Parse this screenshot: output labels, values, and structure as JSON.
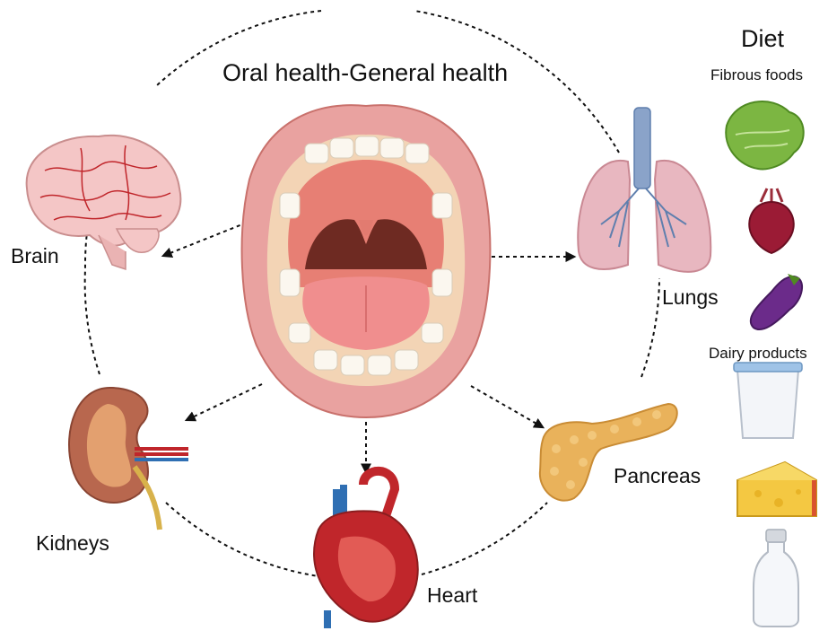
{
  "title": "Oral health-General health",
  "organs": {
    "brain": "Brain",
    "lungs": "Lungs",
    "kidneys": "Kidneys",
    "pancreas": "Pancreas",
    "heart": "Heart"
  },
  "diet": {
    "title": "Diet",
    "fibrous_label": "Fibrous foods",
    "dairy_label": "Dairy products",
    "fibrous_items": [
      "lettuce-icon",
      "beetroot-icon",
      "eggplant-icon"
    ],
    "dairy_items": [
      "yogurt-cup-icon",
      "cheese-icon",
      "milk-bottle-icon"
    ]
  },
  "colors": {
    "lips": "#e9a2a0",
    "mouth_dark": "#6e2a22",
    "tongue": "#f08e8e",
    "teeth": "#fbf7ef",
    "brain": "#f4c6c6",
    "vessel_red": "#c0262b",
    "vessel_blue": "#2f6fb3",
    "pancreas": "#e9b25b",
    "lungs": "#e8b7c0",
    "bronchi": "#8aa3c9"
  }
}
